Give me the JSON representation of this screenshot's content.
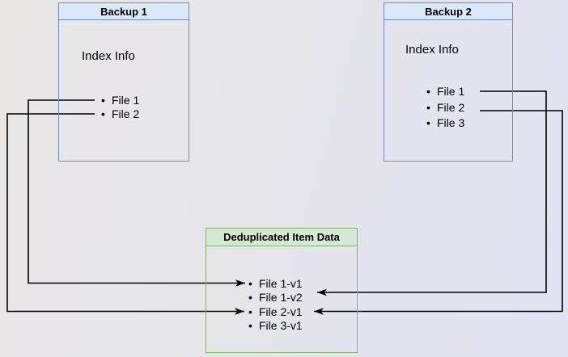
{
  "backup1": {
    "title": "Backup 1",
    "subtitle": "Index Info",
    "items": [
      "File 1",
      "File 2"
    ]
  },
  "backup2": {
    "title": "Backup 2",
    "subtitle": "Index Info",
    "items": [
      "File 1",
      "File 2",
      "File 3"
    ]
  },
  "dedup": {
    "title": "Deduplicated Item Data",
    "items": [
      "File 1-v1",
      "File 1-v2",
      "File 2-v1",
      "File 3-v1"
    ]
  },
  "connections": [
    {
      "from": "Backup 1 / File 1",
      "to": "Deduplicated Item Data / File 1-v1"
    },
    {
      "from": "Backup 1 / File 2",
      "to": "Deduplicated Item Data / File 2-v1"
    },
    {
      "from": "Backup 2 / File 1",
      "to": "Deduplicated Item Data / File 1-v2"
    },
    {
      "from": "Backup 2 / File 2",
      "to": "Deduplicated Item Data / File 2-v1"
    }
  ],
  "colors": {
    "blue_fill": "#dae8fc",
    "blue_border": "#6c8ebf",
    "green_fill": "#d5e8d4",
    "green_border": "#82b366",
    "connector": "#000000"
  }
}
